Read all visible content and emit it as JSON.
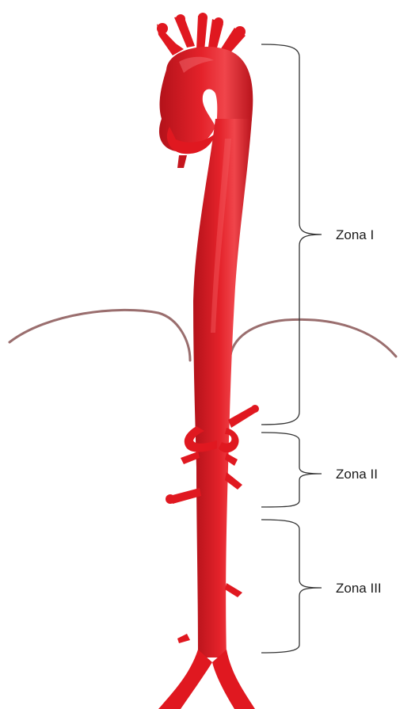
{
  "zones": [
    {
      "label": "Zona I"
    },
    {
      "label": "Zona II"
    },
    {
      "label": "Zona III"
    }
  ],
  "colors": {
    "aorta": "#e01820",
    "aorta_dark": "#b3121a",
    "aorta_highlight": "#f04a50",
    "diaphragm": "#9a6e6e",
    "bracket": "#333333",
    "label": "#1a1a1a"
  }
}
